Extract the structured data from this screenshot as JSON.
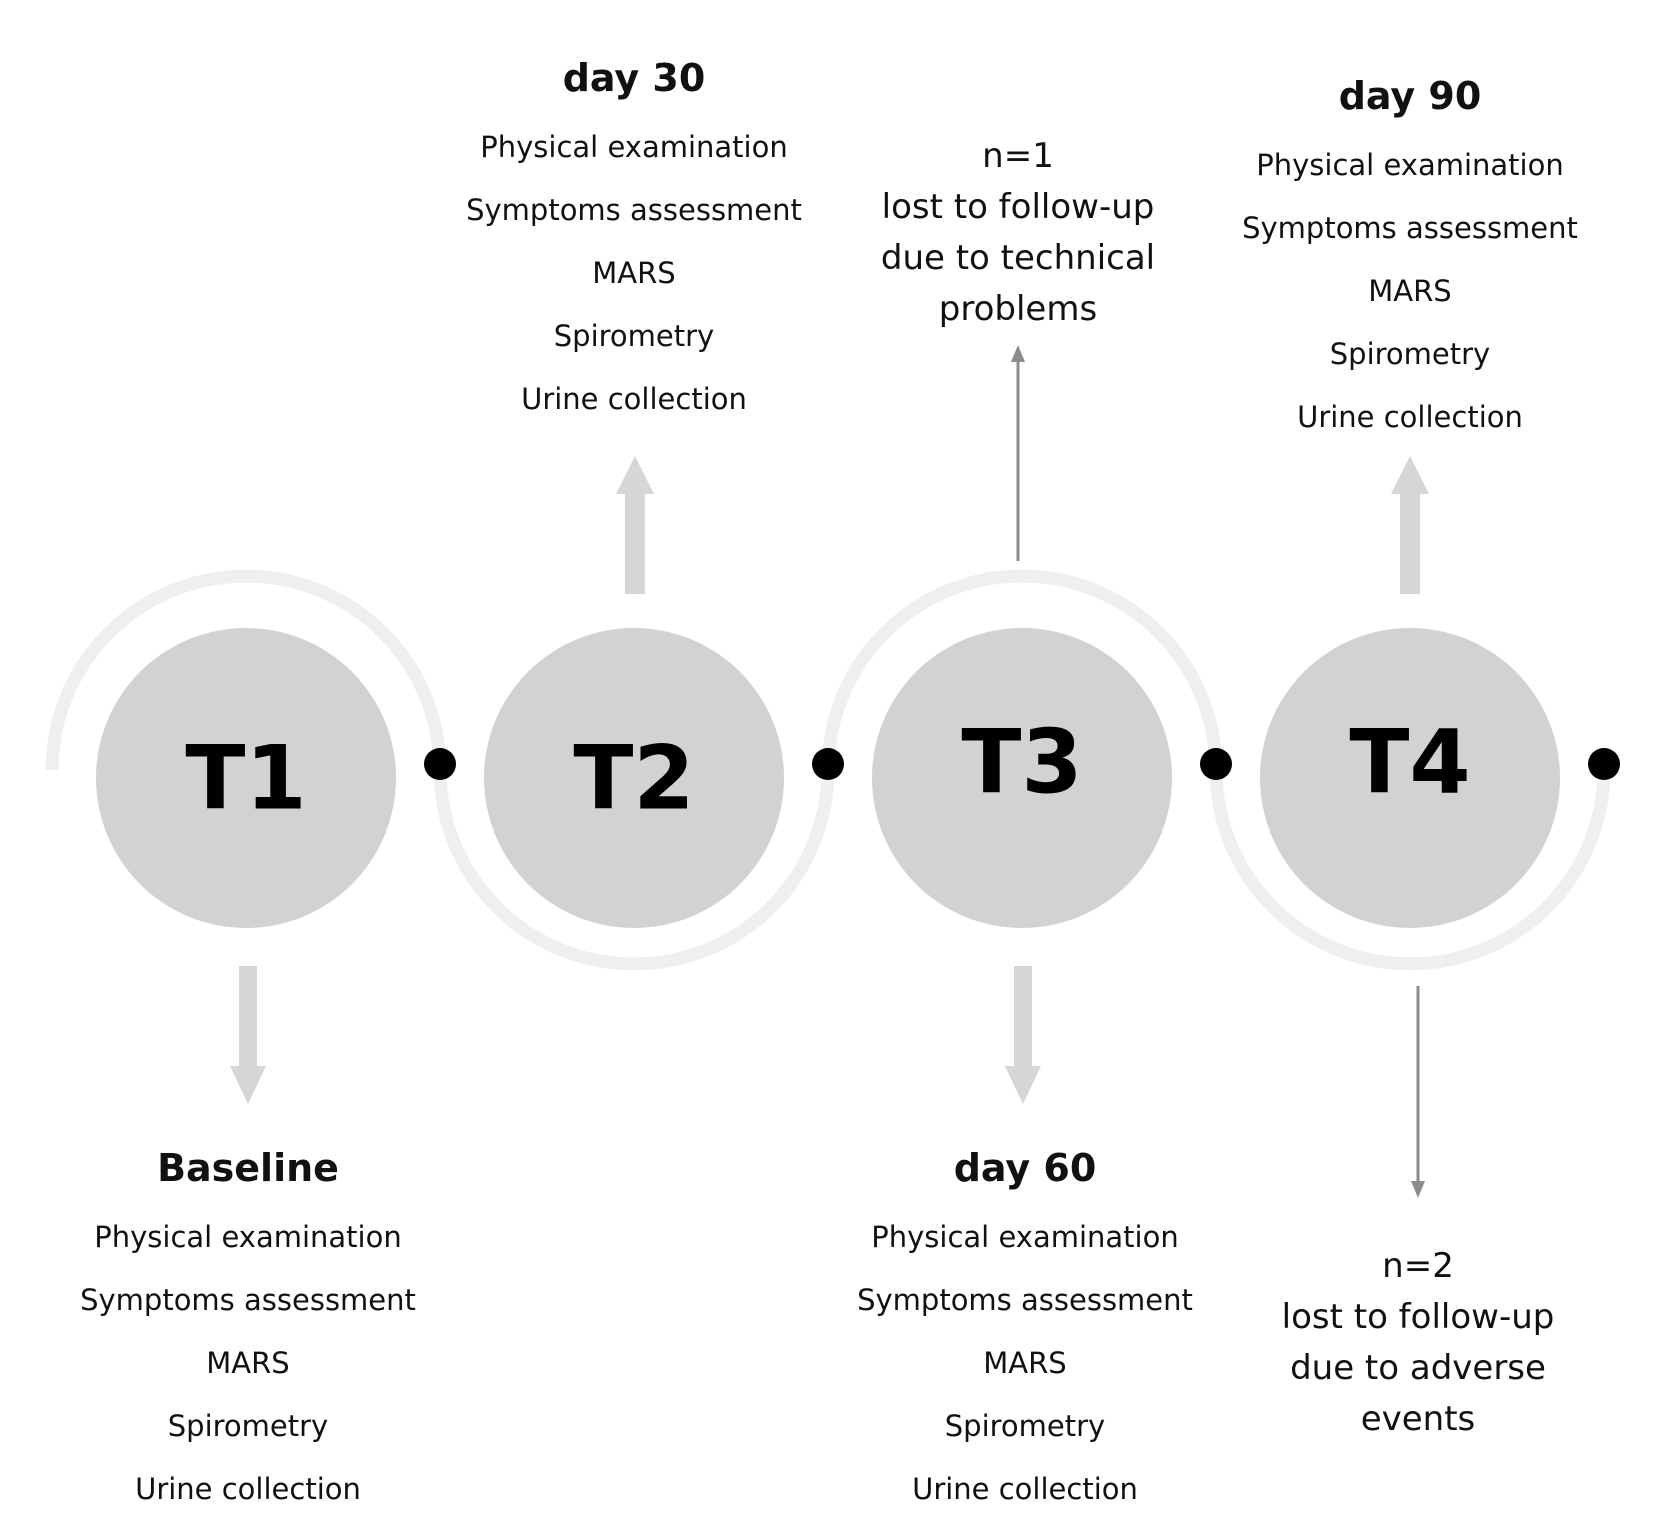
{
  "timepoints": [
    {
      "label": "T1",
      "heading": "Baseline",
      "items": [
        "Physical examination",
        "Symptoms assessment",
        "MARS",
        "Spirometry",
        "Urine collection"
      ]
    },
    {
      "label": "T2",
      "heading": "day 30",
      "items": [
        "Physical examination",
        "Symptoms assessment",
        "MARS",
        "Spirometry",
        "Urine collection"
      ]
    },
    {
      "label": "T3",
      "heading": "day 60",
      "items": [
        "Physical examination",
        "Symptoms assessment",
        "MARS",
        "Spirometry",
        "Urine collection"
      ]
    },
    {
      "label": "T4",
      "heading": "day 90",
      "items": [
        "Physical examination",
        "Symptoms assessment",
        "MARS",
        "Spirometry",
        "Urine collection"
      ]
    }
  ],
  "losses": [
    {
      "count": "n=1",
      "lines": [
        "lost to follow-up",
        "due to technical",
        "problems"
      ]
    },
    {
      "count": "n=2",
      "lines": [
        "lost to follow-up",
        "due to adverse",
        "events"
      ]
    }
  ],
  "colors": {
    "circle": "#d3d2d2",
    "ring": "#efefef",
    "arrow": "#d7d6d6",
    "thin_arrow": "#8c8c8c",
    "dot": "#000000"
  }
}
